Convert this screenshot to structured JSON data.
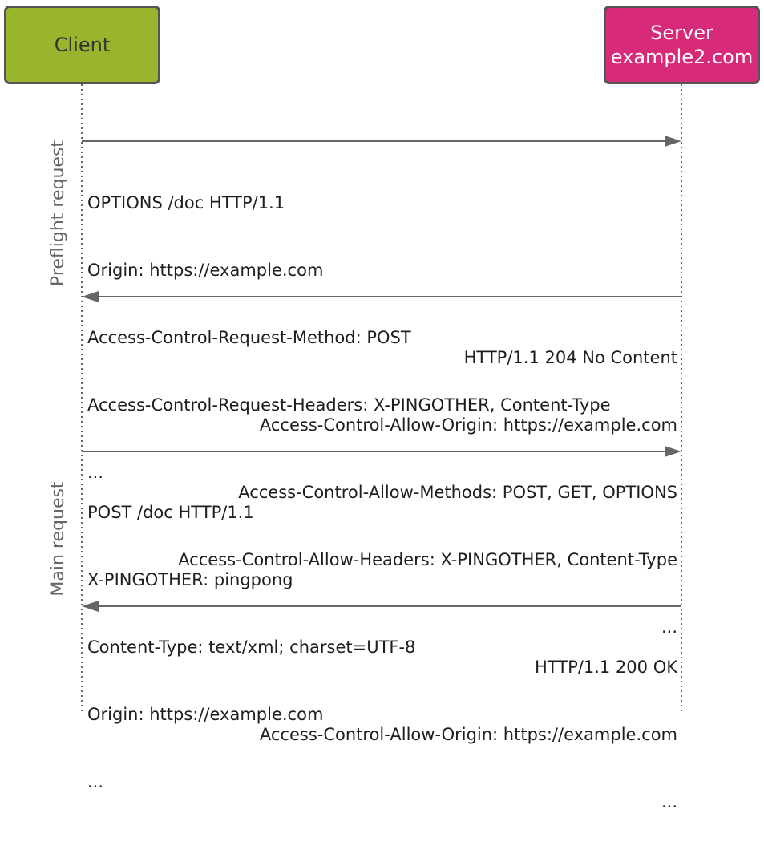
{
  "actors": {
    "client": {
      "label": "Client",
      "color": "#99b52e"
    },
    "server": {
      "lines": [
        "Server",
        "example2.com"
      ],
      "color": "#d72b7a"
    }
  },
  "phases": {
    "preflight": "Preflight request",
    "main": "Main request"
  },
  "messages": [
    {
      "direction": "client-to-server",
      "lines": [
        "OPTIONS /doc HTTP/1.1",
        "Origin: https://example.com",
        "Access-Control-Request-Method: POST",
        "Access-Control-Request-Headers: X-PINGOTHER, Content-Type",
        "..."
      ]
    },
    {
      "direction": "server-to-client",
      "lines": [
        "HTTP/1.1 204 No Content",
        "Access-Control-Allow-Origin: https://example.com",
        "Access-Control-Allow-Methods: POST, GET, OPTIONS",
        "Access-Control-Allow-Headers: X-PINGOTHER, Content-Type",
        "..."
      ]
    },
    {
      "direction": "client-to-server",
      "lines": [
        "POST /doc HTTP/1.1",
        "X-PINGOTHER: pingpong",
        "Content-Type: text/xml; charset=UTF-8",
        "Origin: https://example.com",
        "..."
      ]
    },
    {
      "direction": "server-to-client",
      "lines": [
        "HTTP/1.1 200 OK",
        "Access-Control-Allow-Origin: https://example.com",
        "..."
      ]
    }
  ],
  "colors": {
    "lifeline": "#666666",
    "arrow": "#666666"
  }
}
